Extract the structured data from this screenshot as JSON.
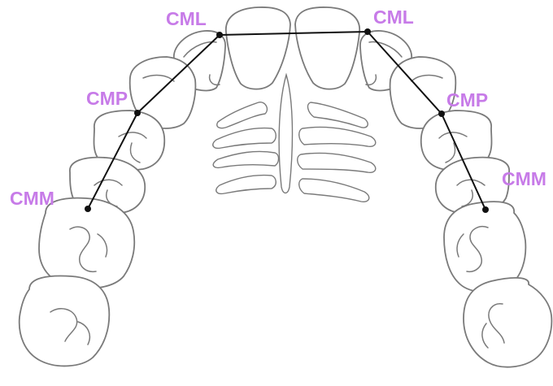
{
  "labels": {
    "cml_left": "CML",
    "cml_right": "CML",
    "cmp_left": "CMP",
    "cmp_right": "CMP",
    "cmm_left": "CMM",
    "cmm_right": "CMM"
  },
  "colors": {
    "label": "#c77be8",
    "line": "#111111",
    "outline": "#7a7a7a"
  }
}
